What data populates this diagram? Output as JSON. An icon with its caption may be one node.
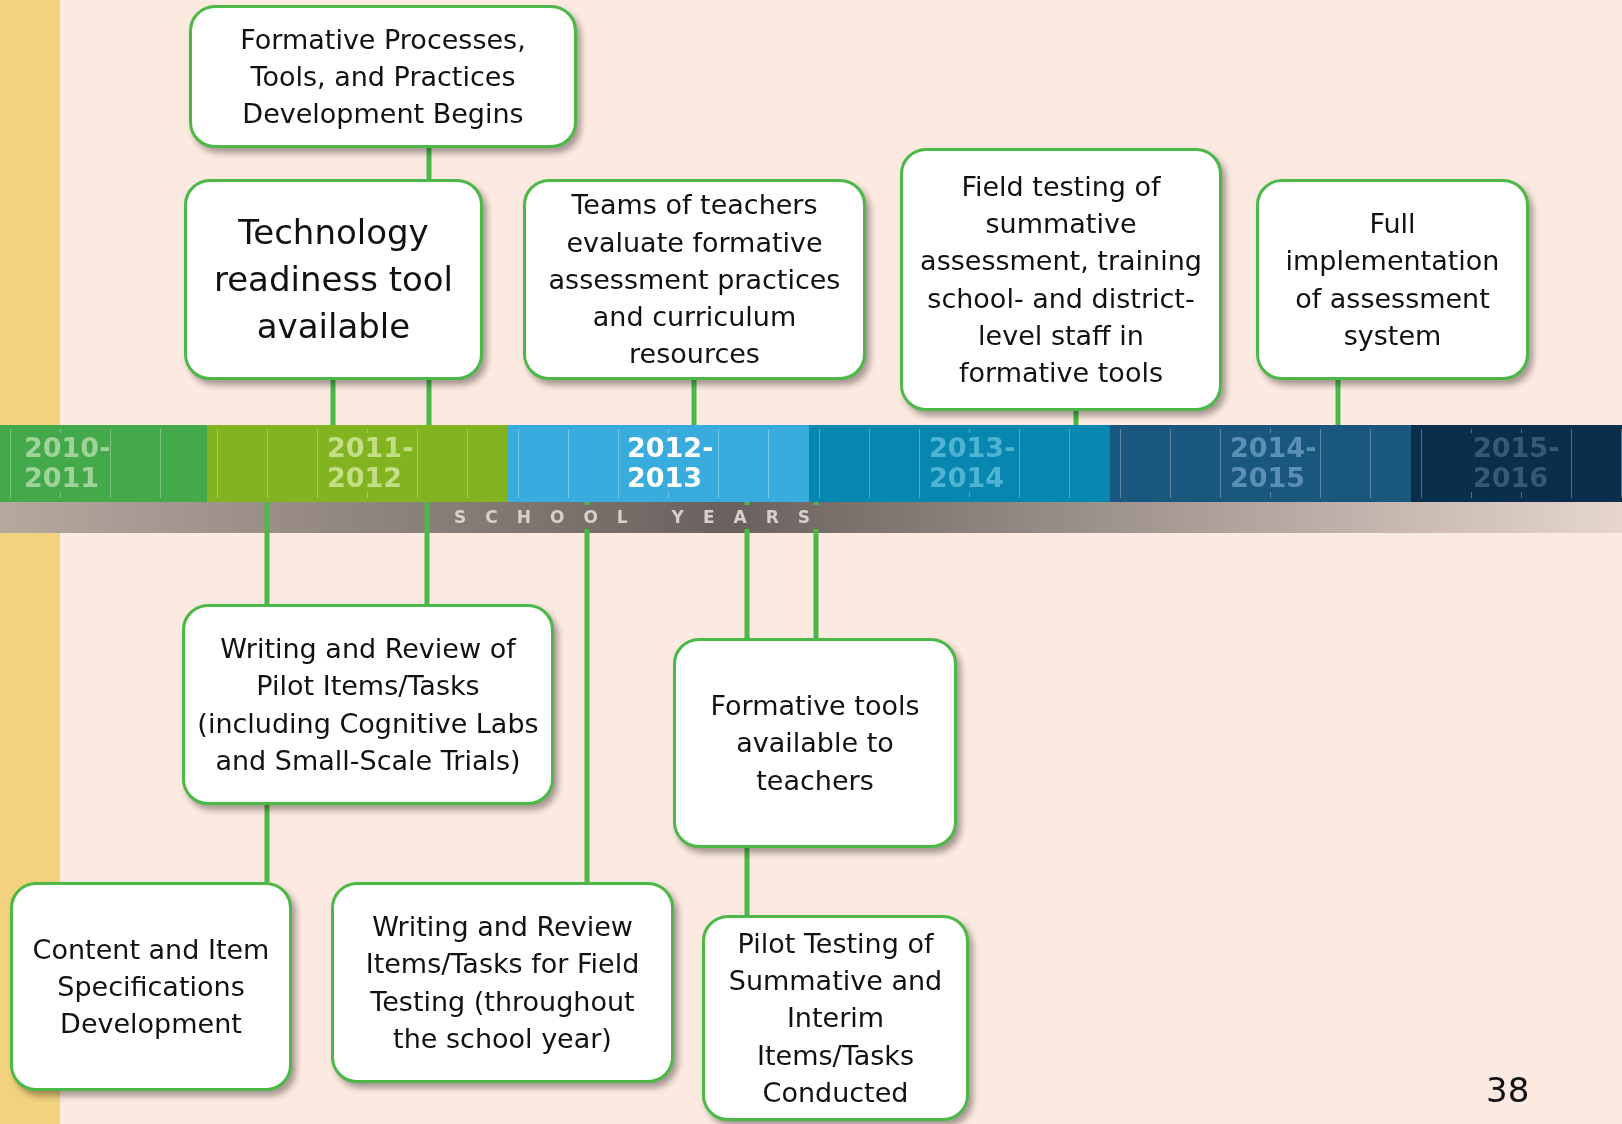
{
  "diagram": {
    "nodes": [
      {
        "text": [
          "Formative Processes, Tools, and Practices Development Begins"
        ]
      },
      {
        "text": [
          "Technology readiness tool available"
        ]
      },
      {
        "text": [
          "Teams of teachers evaluate formative assessment practices and curriculum resources"
        ]
      },
      {
        "text": [
          "Field testing of summative assessment, training school- and district-level staff in formative tools"
        ]
      },
      {
        "text": [
          "Full implementation of assessment system"
        ]
      },
      {
        "text": [
          "2010- 2011"
        ]
      },
      {
        "text": [
          "2011- 2012"
        ]
      },
      {
        "text": [
          "2012- 2013"
        ]
      },
      {
        "text": [
          "2013- 2014"
        ]
      },
      {
        "text": [
          "2014- 2015"
        ]
      },
      {
        "text": [
          "2015- 2016"
        ]
      },
      {
        "text": [
          "Writing and Review of Pilot Items/Tasks (including Cognitive Labs and Small-Scale Trials)"
        ]
      },
      {
        "text": [
          "Formative tools available to teachers"
        ]
      },
      {
        "text": [
          "Content and Item Specifications Development"
        ]
      },
      {
        "text": [
          "Writing and Review Items/Tasks for Field Testing (throughout the school year)"
        ]
      },
      {
        "text": [
          "Pilot Testing of Summative and Interim Items/Tasks Conducted"
        ]
      }
    ],
    "edges": [
      {
        "from": 0,
        "to": 1,
        "arrow": "none"
      },
      {
        "from": 1,
        "to": 6,
        "arrow": "none"
      },
      {
        "from": 1,
        "to": 6,
        "arrow": "none"
      },
      {
        "from": 2,
        "to": 7,
        "arrow": "none"
      },
      {
        "from": 3,
        "to": 8,
        "arrow": "none"
      },
      {
        "from": 4,
        "to": 9,
        "arrow": "none"
      },
      {
        "from": 11,
        "to": 6,
        "arrow": "none"
      },
      {
        "from": 11,
        "to": 6,
        "arrow": "none"
      },
      {
        "from": 13,
        "to": 11,
        "arrow": "none"
      },
      {
        "from": 14,
        "to": 7,
        "arrow": "none"
      },
      {
        "from": 12,
        "to": 7,
        "arrow": "none"
      },
      {
        "from": 12,
        "to": 8,
        "arrow": "none"
      },
      {
        "from": 15,
        "to": 12,
        "arrow": "none"
      }
    ],
    "labels": [
      "SCHOOL YEARS",
      "38"
    ]
  }
}
